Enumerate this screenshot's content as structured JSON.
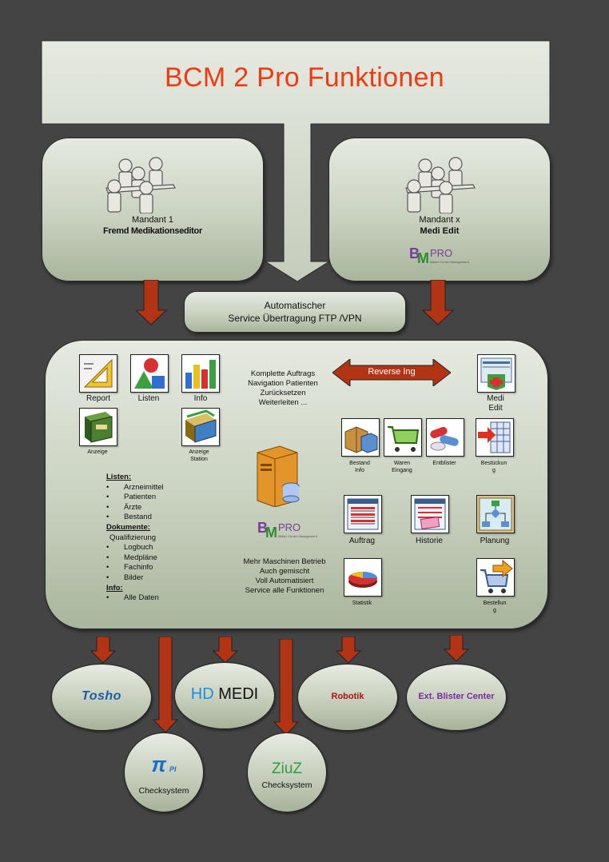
{
  "title": "BCM 2 Pro Funktionen",
  "mandant1": {
    "label": "Mandant 1",
    "name": "Fremd Medikationseditor"
  },
  "mandantx": {
    "label": "Mandant x",
    "name": "Medi Edit"
  },
  "logo": {
    "text": "PRO",
    "subtitle": "Blister Center Management"
  },
  "service": {
    "line1": "Automatischer",
    "line2": "Service Übertragung FTP /VPN"
  },
  "left_icons": {
    "report": "Report",
    "listen": "Listen",
    "info": "Info",
    "anzeige": "Anzeige",
    "anzeige_station_1": "Anzeige",
    "anzeige_station_2": "Station"
  },
  "navigation": [
    "Komplette Auftrags",
    "Navigation Patienten",
    "Zurücksetzen",
    "Weiterleiten ..."
  ],
  "reverse": "Reverse Ing",
  "medi_edit": {
    "line1": "Medi",
    "line2": "Edit"
  },
  "right_icons": {
    "bestand_info": [
      "Bestand",
      "Info"
    ],
    "waren_eingang": [
      "Waren",
      "Eingang"
    ],
    "entblister": "Entblister",
    "bestueckung": [
      "Bestückun",
      "g"
    ],
    "auftrag": "Auftrag",
    "historie": "Historie",
    "planung": "Planung",
    "statistik": "Statistik",
    "bestellung": [
      "Bestellun",
      "g"
    ]
  },
  "list": {
    "listen_header": "Listen:",
    "listen_items": [
      "Arzneimittel",
      "Patienten",
      "Ärzte",
      "Bestand"
    ],
    "dokumente_header": "Dokumente:",
    "qualifizierung": "Qualifizierung",
    "dokumente_items": [
      "Logbuch",
      "Medpläne",
      "Fachinfo",
      "Bilder"
    ],
    "info_header": "Info:",
    "info_items": [
      "Alle Daten"
    ]
  },
  "machines": [
    "Mehr Maschinen Betrieb",
    "Auch gemischt",
    "Voll Automatisiert",
    "Service alle Funktionen"
  ],
  "outputs": {
    "tosho": "Tosho",
    "hd": "HD",
    "medi": "MEDI",
    "robotik": "Robotik",
    "ext_blister": "Ext. Blister Center",
    "pi": "PI",
    "checksystem1": "Checksystem",
    "ziuz": "ZiuZ",
    "checksystem2": "Checksystem"
  },
  "colors": {
    "background": "#444444",
    "title": "#ef3b12",
    "arrow": "#b23414",
    "panel": "#c9d2c0",
    "logo_accent": "#7a3aa0"
  }
}
